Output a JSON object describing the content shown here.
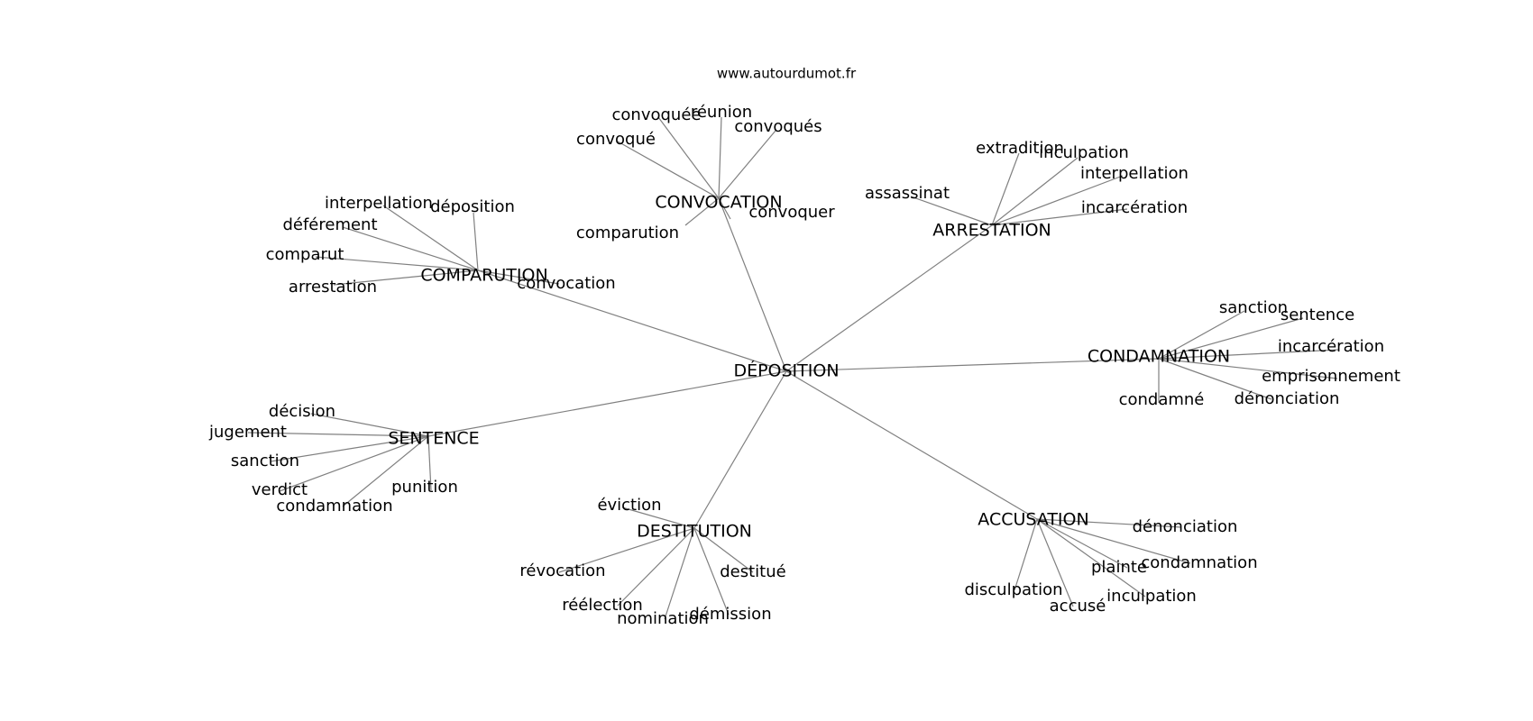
{
  "site_label": "www.autourdumot.fr",
  "center": "DÉPOSITION",
  "groups": [
    {
      "label": "CONVOCATION",
      "words": [
        "convoquée",
        "réunion",
        "convoqués",
        "convoqué",
        "comparution",
        "convoquer"
      ]
    },
    {
      "label": "COMPARUTION",
      "words": [
        "interpellation",
        "déposition",
        "déférement",
        "comparut",
        "arrestation",
        "convocation"
      ]
    },
    {
      "label": "ARRESTATION",
      "words": [
        "extradition",
        "inculpation",
        "interpellation",
        "assassinat",
        "incarcération"
      ]
    },
    {
      "label": "CONDAMNATION",
      "words": [
        "sanction",
        "sentence",
        "incarcération",
        "emprisonnement",
        "condamné",
        "dénonciation"
      ]
    },
    {
      "label": "SENTENCE",
      "words": [
        "décision",
        "jugement",
        "sanction",
        "verdict",
        "condamnation",
        "punition"
      ]
    },
    {
      "label": "DESTITUTION",
      "words": [
        "éviction",
        "révocation",
        "destitué",
        "réélection",
        "nomination",
        "démission"
      ]
    },
    {
      "label": "ACCUSATION",
      "words": [
        "dénonciation",
        "plainte",
        "condamnation",
        "disculpation",
        "inculpation",
        "accusé"
      ]
    }
  ]
}
